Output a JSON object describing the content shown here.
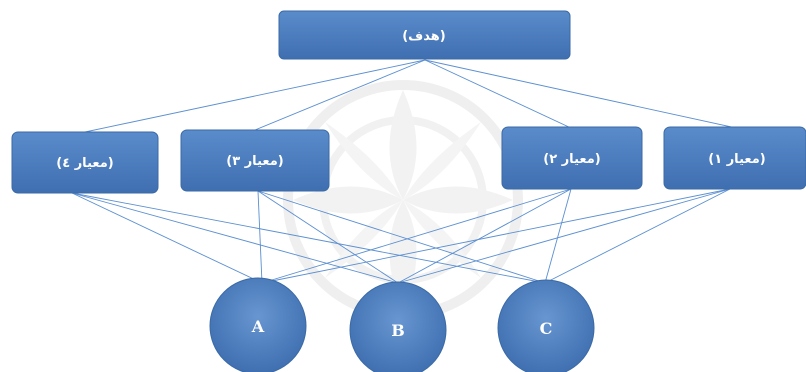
{
  "goal": {
    "label": "(هدف)"
  },
  "criteria": [
    {
      "label": "(معیار ٤)"
    },
    {
      "label": "(معیار ٣)"
    },
    {
      "label": "(معیار ٢)"
    },
    {
      "label": "(معیار ١)"
    }
  ],
  "alternatives": [
    {
      "label": "A"
    },
    {
      "label": "B"
    },
    {
      "label": "C"
    }
  ],
  "colors": {
    "node_fill": "#4f81bd",
    "node_stroke": "#3a6aa5",
    "connector": "#5b8fd1",
    "watermark": "#dcdcdc"
  }
}
